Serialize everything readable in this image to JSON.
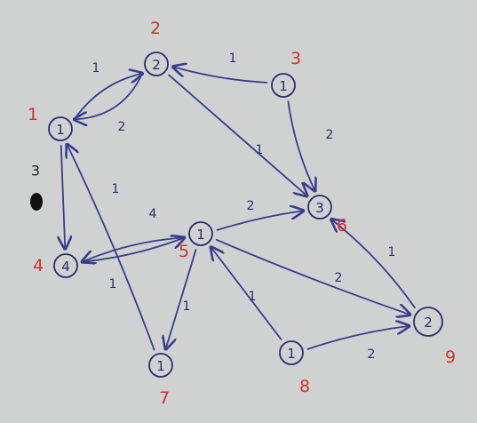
{
  "nodes": [
    {
      "id": "1",
      "weight": "1"
    },
    {
      "id": "2",
      "weight": "2"
    },
    {
      "id": "3",
      "weight": "1"
    },
    {
      "id": "4",
      "weight": "4"
    },
    {
      "id": "5",
      "weight": "1"
    },
    {
      "id": "6",
      "weight": "3"
    },
    {
      "id": "7",
      "weight": "1"
    },
    {
      "id": "8",
      "weight": "1"
    },
    {
      "id": "9",
      "weight": "2"
    }
  ],
  "edges": [
    {
      "from": "2",
      "to": "1",
      "label": "1"
    },
    {
      "from": "1",
      "to": "2",
      "label": "2"
    },
    {
      "from": "3",
      "to": "2",
      "label": "1"
    },
    {
      "from": "2",
      "to": "6",
      "label": "1"
    },
    {
      "from": "3",
      "to": "6",
      "label": "2"
    },
    {
      "from": "1",
      "to": "4",
      "label": ""
    },
    {
      "from": "5",
      "to": "4",
      "label": "4"
    },
    {
      "from": "4",
      "to": "5",
      "label": "1"
    },
    {
      "from": "5",
      "to": "6",
      "label": "2"
    },
    {
      "from": "5",
      "to": "9",
      "label": "2"
    },
    {
      "from": "5",
      "to": "7",
      "label": "1"
    },
    {
      "from": "7",
      "to": "1",
      "label": "1"
    },
    {
      "from": "8",
      "to": "5",
      "label": "1"
    },
    {
      "from": "8",
      "to": "9",
      "label": "2"
    },
    {
      "from": "9",
      "to": "6",
      "label": "1"
    }
  ],
  "annotations": [
    {
      "text": "3",
      "note": "drawn next to a filled black dot"
    }
  ],
  "colors": {
    "ink": "#2b2e6e",
    "node_ids": "#d2332a",
    "marker_dot": "#111111",
    "paper": "#cfd2d0"
  }
}
